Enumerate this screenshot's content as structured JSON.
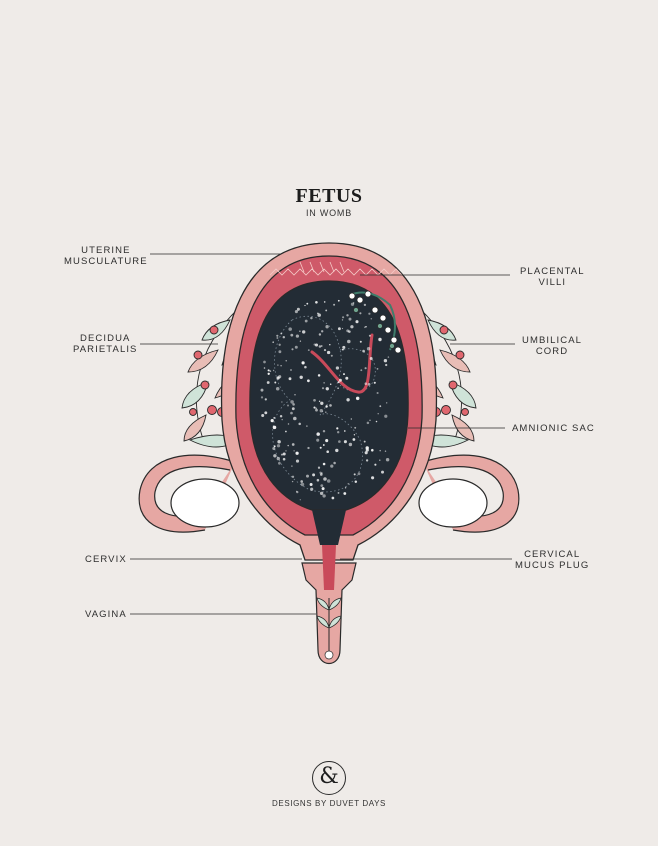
{
  "title": "FETUS",
  "subtitle": "IN WOMB",
  "labels": {
    "uterine_musculature": [
      "UTERINE",
      "MUSCULATURE"
    ],
    "decidua_parietalis": [
      "DECIDUA",
      "PARIETALIS"
    ],
    "cervix": "CERVIX",
    "vagina": "VAGINA",
    "placental_villi": [
      "PLACENTAL",
      "VILLI"
    ],
    "umbilical_cord": [
      "UMBILICAL",
      "CORD"
    ],
    "amnionic_sac": "AMNIONIC SAC",
    "cervical_mucus_plug": [
      "CERVICAL",
      "MUCUS PLUG"
    ]
  },
  "brand": {
    "logo": "&",
    "name": "DESIGNS BY DUVET DAYS"
  },
  "colors": {
    "background": "#efebe8",
    "tissue_pink": "#e6a7a3",
    "deep_red": "#c94a5a",
    "dark_sac": "#232c35",
    "leaf_mint": "#cfe3d8"
  }
}
